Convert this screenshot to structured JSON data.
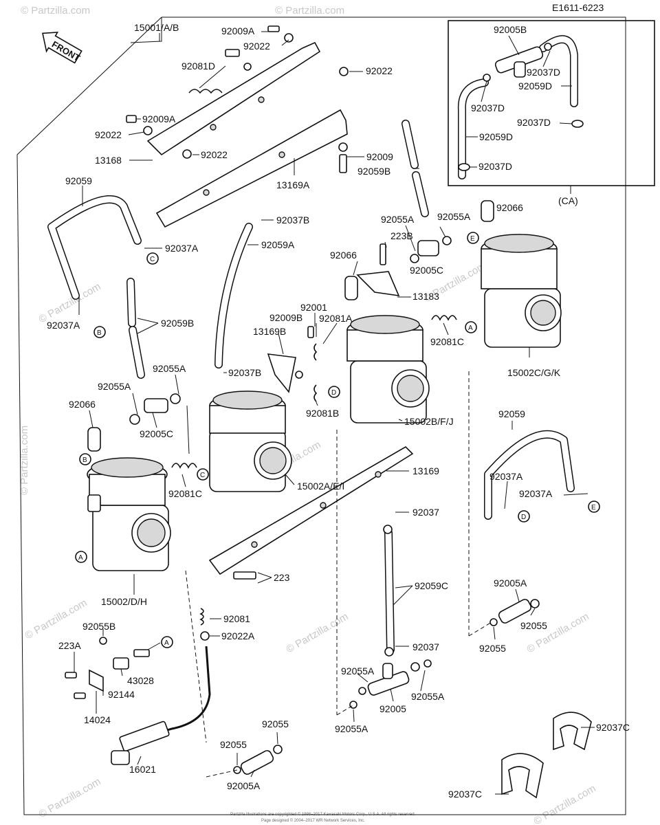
{
  "header": {
    "drawing_code": "E1611-6223"
  },
  "front_arrow": {
    "label": "FRONT"
  },
  "inset": {
    "caption": "(CA)"
  },
  "labels": {
    "l15001": "15001/A/B",
    "l92009A_1": "92009A",
    "l92022_1": "92022",
    "l92022_2": "92022",
    "l92081D": "92081D",
    "l92009A_2": "92009A",
    "l92022_3": "92022",
    "l92022_4": "92022",
    "l13168": "13168",
    "l13169A": "13169A",
    "l92009": "92009",
    "l92059B_1": "92059B",
    "l92059": "92059",
    "l92037A_1": "92037A",
    "l92037B_1": "92037B",
    "l92059A": "92059A",
    "l92037A_2": "92037A",
    "l92059B_2": "92059B",
    "l92055A_1": "92055A",
    "l92055A_2": "92055A",
    "l223B": "223B",
    "l92005C_1": "92005C",
    "l92066_1": "92066",
    "l92066_2": "92066",
    "l13183": "13183",
    "l92001": "92001",
    "l92009B": "92009B",
    "l92081A": "92081A",
    "l13169B": "13169B",
    "l92081C_1": "92081C",
    "l15002CGK": "15002C/G/K",
    "l92037B_2": "92037B",
    "l92055A_3": "92055A",
    "l92055A_4": "92055A",
    "l92005C_2": "92005C",
    "l92081B": "92081B",
    "l15002BFJ": "15002B/F/J",
    "l92066_3": "92066",
    "l92059_2": "92059",
    "l92037A_3": "92037A",
    "l92037A_4": "92037A",
    "l92081C_2": "92081C",
    "l15002AEI": "15002A/E/I",
    "l13169": "13169",
    "l92037_1": "92037",
    "l223": "223",
    "l92059C": "92059C",
    "l92005A_1": "92005A",
    "l92055_1": "92055",
    "l92055_2": "92055",
    "l15002DH": "15002/D/H",
    "l92081": "92081",
    "l92022A": "92022A",
    "l92055B": "92055B",
    "l223A": "223A",
    "l43028": "43028",
    "l92144": "92144",
    "l14024": "14024",
    "l92037_2": "92037",
    "l92055A_5": "92055A",
    "l92055A_6": "92055A",
    "l92005": "92005",
    "l92055A_7": "92055A",
    "l92037C_1": "92037C",
    "l92037C_2": "92037C",
    "l92055_3": "92055",
    "l92055_4": "92055",
    "l92005A_2": "92005A",
    "l16021": "16021",
    "in_92005B": "92005B",
    "in_92037D_1": "92037D",
    "in_92059D_1": "92059D",
    "in_92037D_2": "92037D",
    "in_92037D_3": "92037D",
    "in_92059D_2": "92059D",
    "in_92037D_4": "92037D"
  },
  "connectors": {
    "A": "A",
    "B": "B",
    "C": "C",
    "D": "D",
    "E": "E"
  },
  "watermark": {
    "text": "© Partzilla.com"
  },
  "footer": {
    "line1": "Partzilla illustrations are copyrighted © 1998–2017 Kawasaki Motors Corp., U.S.A. All rights reserved.",
    "line2": "Page designed © 2004–2017 WR Network Services, Inc."
  }
}
